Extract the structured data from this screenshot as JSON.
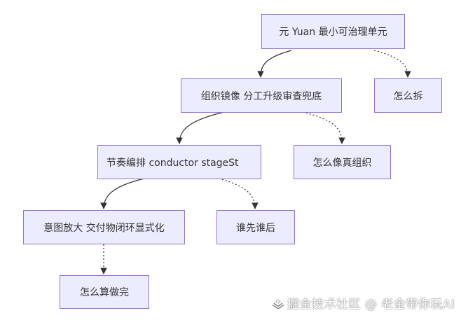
{
  "diagram": {
    "nodes": {
      "n1": "元 Yuan 最小可治理单元",
      "n2": "组织镜像 分工升级审查兜底",
      "n3": "怎么拆",
      "n4": "节奏编排 conductor stageSt",
      "n5": "怎么像真组织",
      "n6": "意图放大 交付物闭环显式化",
      "n7": "谁先谁后",
      "n8": "怎么算做完"
    },
    "edges": [
      {
        "from": "n1",
        "to": "n2",
        "style": "solid"
      },
      {
        "from": "n1",
        "to": "n3",
        "style": "dotted"
      },
      {
        "from": "n2",
        "to": "n4",
        "style": "solid"
      },
      {
        "from": "n2",
        "to": "n5",
        "style": "dotted"
      },
      {
        "from": "n4",
        "to": "n6",
        "style": "solid"
      },
      {
        "from": "n4",
        "to": "n7",
        "style": "dotted"
      },
      {
        "from": "n6",
        "to": "n8",
        "style": "dotted"
      }
    ],
    "colors": {
      "node_fill": "#ececff",
      "node_border": "#9370db",
      "edge": "#333333"
    }
  },
  "watermark": "掘金技术社区 @ 老金带你玩AI"
}
